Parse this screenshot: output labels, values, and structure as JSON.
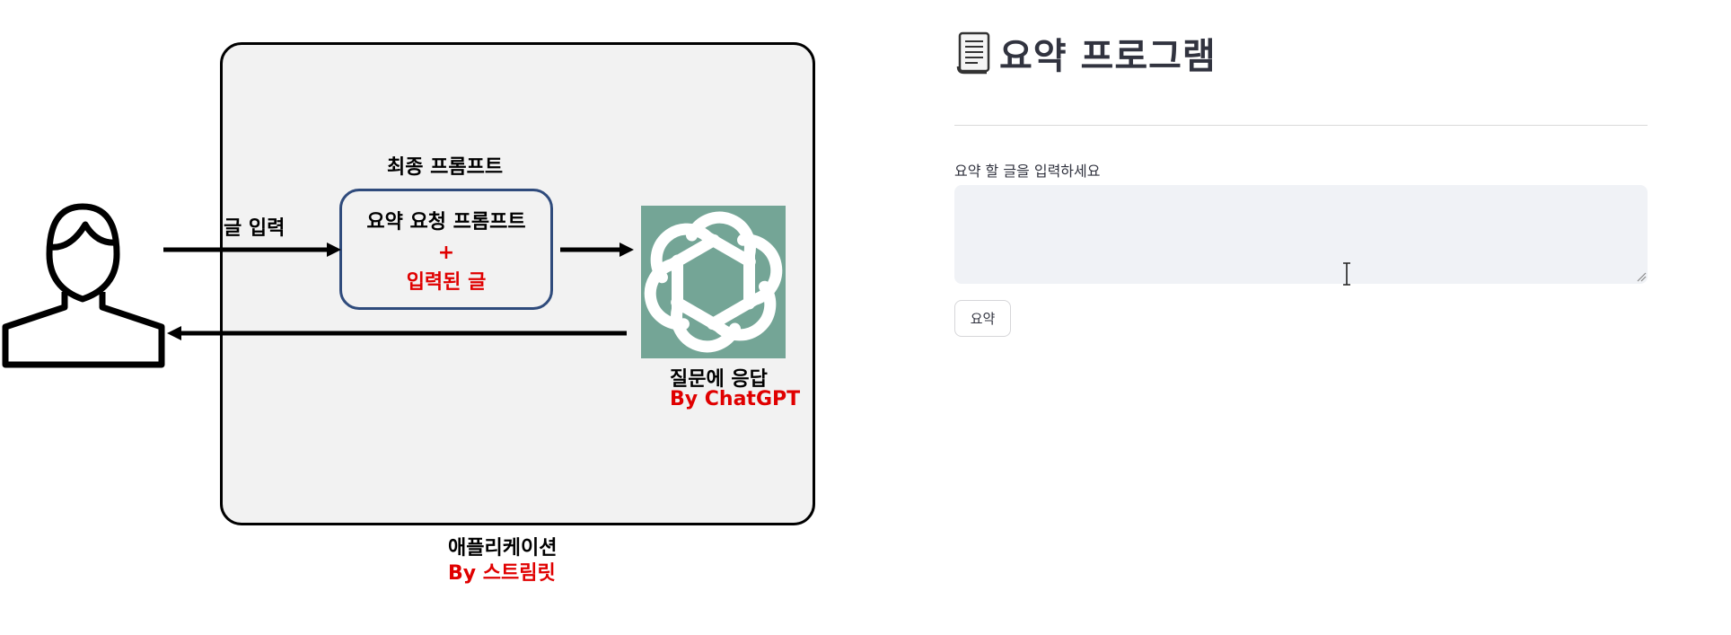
{
  "diagram": {
    "app_label": "애플리케이션",
    "app_by": "By 스트림릿",
    "final_prompt_label": "최종 프롬프트",
    "input_label": "글 입력",
    "prompt_box_line1": "요약 요청 프롬프트",
    "prompt_box_plus": "+",
    "prompt_box_line2": "입력된 글",
    "response_label": "질문에 응답",
    "response_by": "By ChatGPT",
    "logo_color": "#74a596",
    "accent_red": "#e00000"
  },
  "app": {
    "title": "요약 프로그램",
    "title_icon": "scroll-icon",
    "textarea_label": "요약 할 글을 입력하세요",
    "textarea_value": "",
    "button_label": "요약"
  }
}
